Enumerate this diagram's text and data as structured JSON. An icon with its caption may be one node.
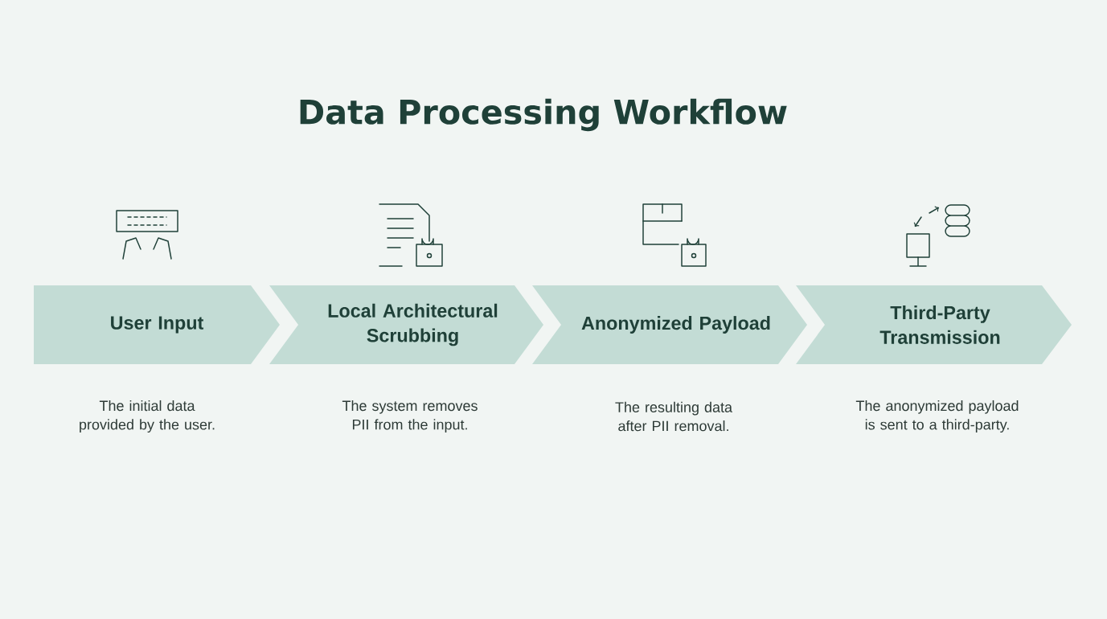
{
  "diagram": {
    "title": "Data Processing Workflow",
    "nodes": [
      {
        "text": [
          "User Input"
        ],
        "beside": [
          "The initial data provided by the user."
        ]
      },
      {
        "text": [
          "Local Architectural Scrubbing"
        ],
        "beside": [
          "The system removes PII from the input."
        ]
      },
      {
        "text": [
          "Anonymized Payload"
        ],
        "beside": [
          "The resulting data after PII removal."
        ]
      },
      {
        "text": [
          "Third-Party Transmission"
        ],
        "beside": [
          "The anonymized payload is sent to a third-party."
        ]
      }
    ]
  }
}
